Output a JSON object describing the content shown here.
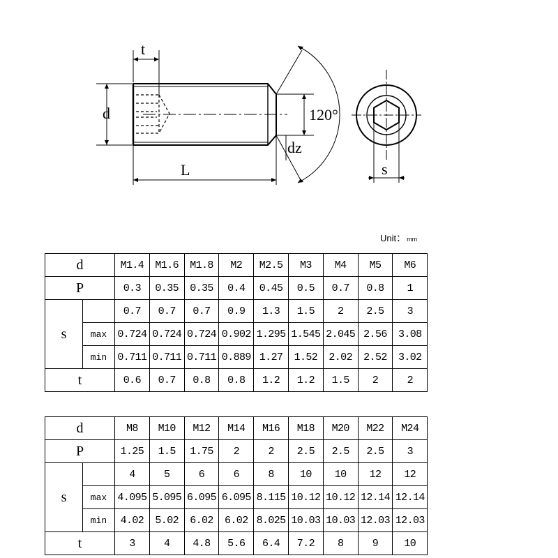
{
  "drawing": {
    "label_t": "t",
    "label_d": "d",
    "label_L": "L",
    "label_dz": "dz",
    "label_angle": "120°",
    "label_s": "s"
  },
  "unit": {
    "label": "Unit：",
    "value": "mm"
  },
  "tables": [
    {
      "d_label": "d",
      "p_label": "P",
      "s_label": "s",
      "max_label": "max",
      "min_label": "min",
      "t_label": "t",
      "sizes": [
        "M1.4",
        "M1.6",
        "M1.8",
        "M2",
        "M2.5",
        "M3",
        "M4",
        "M5",
        "M6"
      ],
      "p": [
        "0.3",
        "0.35",
        "0.35",
        "0.4",
        "0.45",
        "0.5",
        "0.7",
        "0.8",
        "1"
      ],
      "s_nom": [
        "0.7",
        "0.7",
        "0.7",
        "0.9",
        "1.3",
        "1.5",
        "2",
        "2.5",
        "3"
      ],
      "s_max": [
        "0.724",
        "0.724",
        "0.724",
        "0.902",
        "1.295",
        "1.545",
        "2.045",
        "2.56",
        "3.08"
      ],
      "s_min": [
        "0.711",
        "0.711",
        "0.711",
        "0.889",
        "1.27",
        "1.52",
        "2.02",
        "2.52",
        "3.02"
      ],
      "t": [
        "0.6",
        "0.7",
        "0.8",
        "0.8",
        "1.2",
        "1.2",
        "1.5",
        "2",
        "2"
      ]
    },
    {
      "d_label": "d",
      "p_label": "P",
      "s_label": "s",
      "max_label": "max",
      "min_label": "min",
      "t_label": "t",
      "sizes": [
        "M8",
        "M10",
        "M12",
        "M14",
        "M16",
        "M18",
        "M20",
        "M22",
        "M24"
      ],
      "p": [
        "1.25",
        "1.5",
        "1.75",
        "2",
        "2",
        "2.5",
        "2.5",
        "2.5",
        "3"
      ],
      "s_nom": [
        "4",
        "5",
        "6",
        "6",
        "8",
        "10",
        "10",
        "12",
        "12"
      ],
      "s_max": [
        "4.095",
        "5.095",
        "6.095",
        "6.095",
        "8.115",
        "10.12",
        "10.12",
        "12.14",
        "12.14"
      ],
      "s_min": [
        "4.02",
        "5.02",
        "6.02",
        "6.02",
        "8.025",
        "10.03",
        "10.03",
        "12.03",
        "12.03"
      ],
      "t": [
        "3",
        "4",
        "4.8",
        "5.6",
        "6.4",
        "7.2",
        "8",
        "9",
        "10"
      ]
    }
  ]
}
